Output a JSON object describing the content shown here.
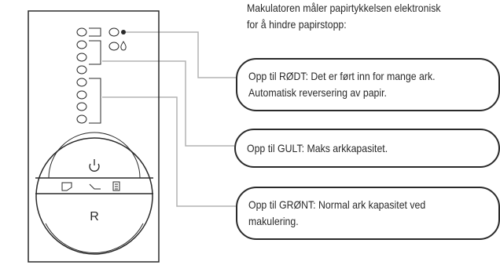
{
  "intro_text": "Makulatoren måler papirtykkelsen elektronisk\nfor å hindre papirstopp:",
  "callouts": {
    "red": "Opp til RØDT: Det er ført inn for mange ark.\nAutomatisk reversering av papir.",
    "yellow": "Opp til GULT: Maks arkkapasitet.",
    "green": "Opp til GRØNT: Normal ark kapasitet ved\nmakulering."
  },
  "panel": {
    "reverse_key_label": "R"
  },
  "colors": {
    "line": "#2a2a2a",
    "leader": "#b4b4b4"
  }
}
